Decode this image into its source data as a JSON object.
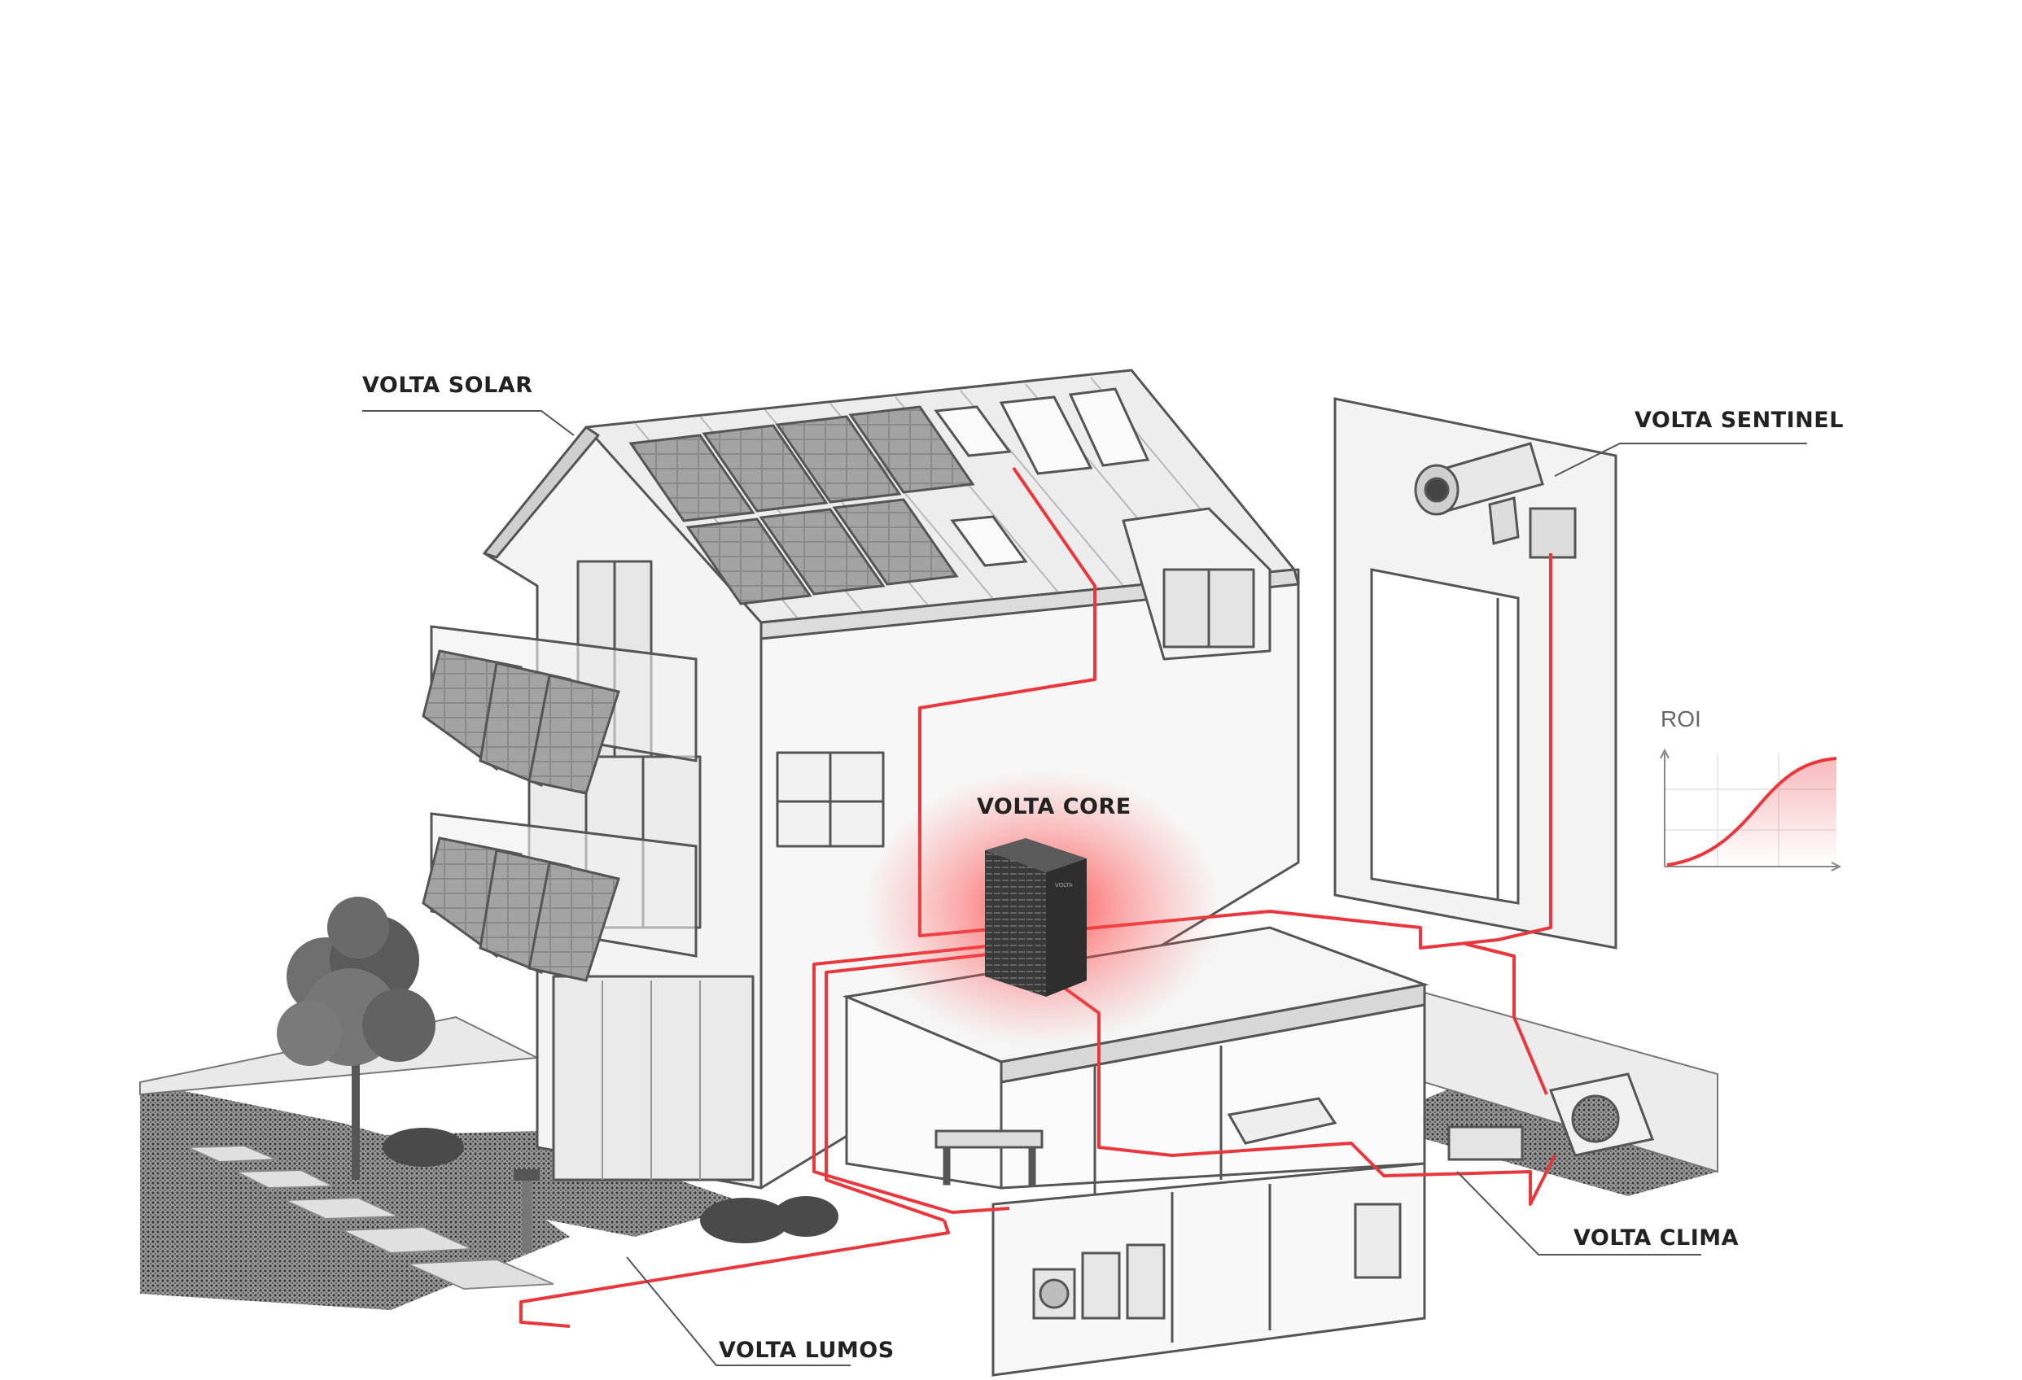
{
  "callouts": {
    "solar": "VOLTA SOLAR",
    "sentinel": "VOLTA SENTINEL",
    "core": "VOLTA CORE",
    "clima": "VOLTA CLIMA",
    "lumos": "VOLTA LUMOS"
  },
  "core_unit_badge": "VOLTA",
  "roi_chart": {
    "title": "ROI"
  },
  "colors": {
    "accent": "#e8383d",
    "line": "#555555",
    "wall": "#f4f4f4",
    "panel": "#7d7d7d"
  },
  "icons": [
    "solar-panel-icon",
    "security-camera-icon",
    "battery-cabinet-icon",
    "heat-pump-icon",
    "garden-light-icon"
  ]
}
